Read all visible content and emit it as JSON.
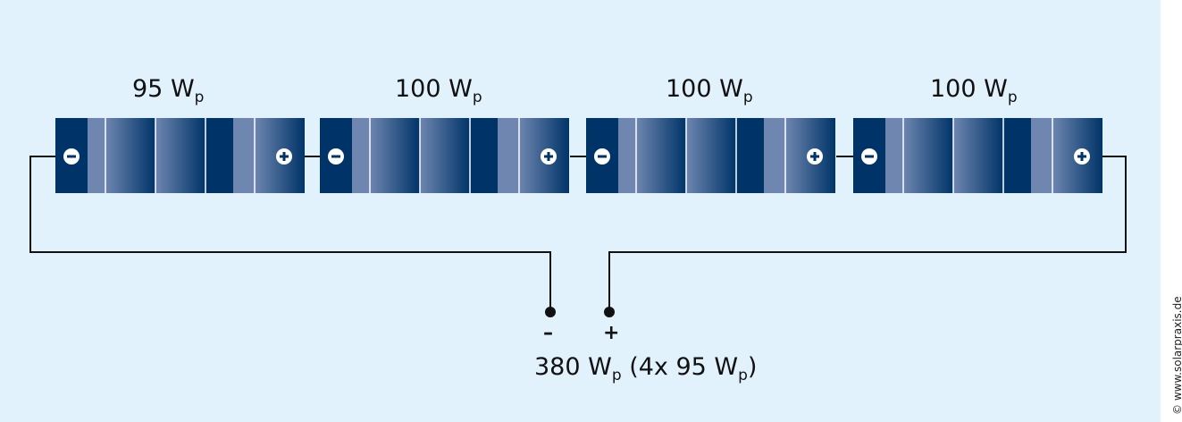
{
  "panels": [
    {
      "value": "95 W",
      "sub": "p"
    },
    {
      "value": "100 W",
      "sub": "p"
    },
    {
      "value": "100 W",
      "sub": "p"
    },
    {
      "value": "100 W",
      "sub": "p"
    }
  ],
  "terminals": {
    "minus": "–",
    "plus": "+"
  },
  "total": {
    "a": "380 W",
    "a_sub": "p",
    "b": " (4x 95 W",
    "b_sub": "p",
    "c": ")"
  },
  "credit": "© www.solarpraxis.de",
  "colors": {
    "background": "#e1f2fc",
    "panel_dark": "#003468",
    "panel_light": "#6e86b0",
    "wire": "#111111"
  }
}
